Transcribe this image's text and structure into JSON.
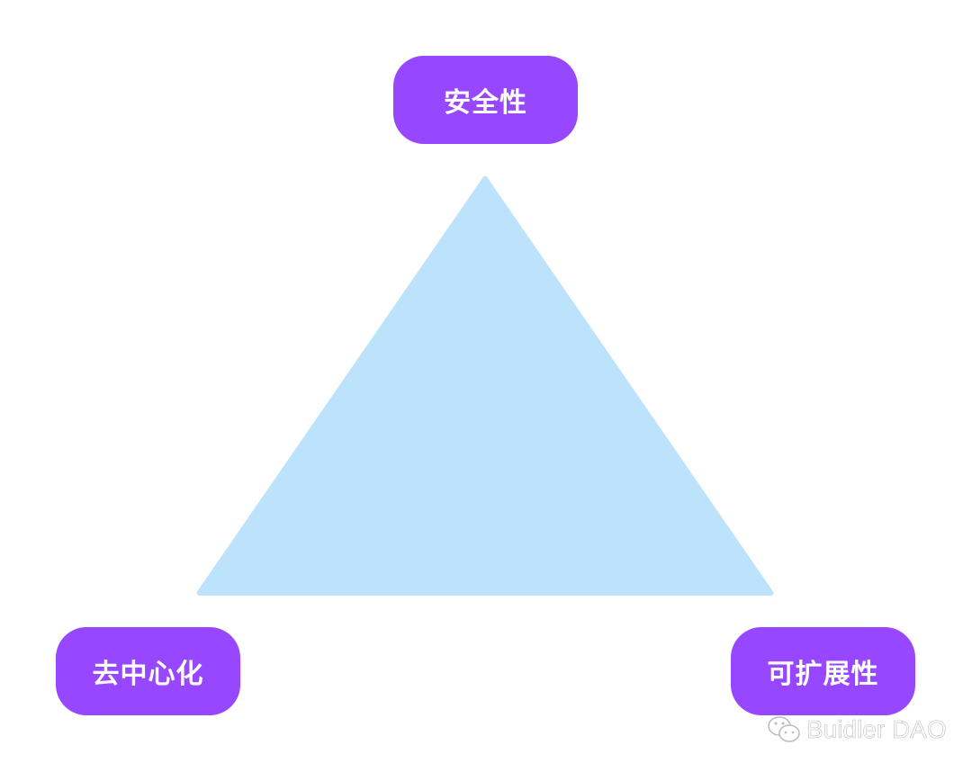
{
  "colors": {
    "node": "#9747FF",
    "triangle": "#BDE3FC"
  },
  "nodes": {
    "top": "安全性",
    "left": "去中心化",
    "right": "可扩展性"
  },
  "watermark": {
    "icon": "wechat-icon",
    "text": "Buidler DAO"
  }
}
